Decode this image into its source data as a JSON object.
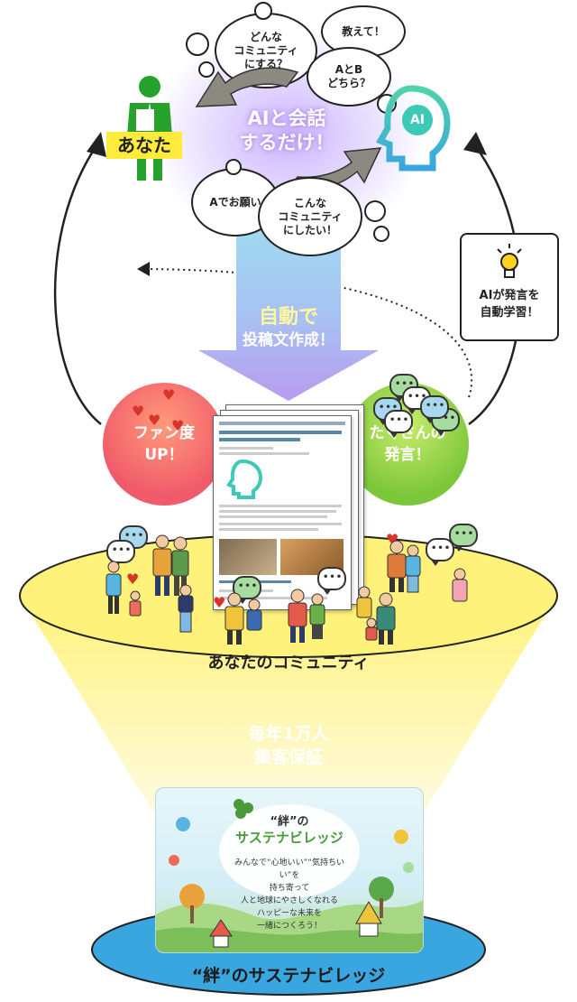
{
  "you": {
    "label": "あなた"
  },
  "ai": {
    "badge": "AI",
    "talk_line1": "AIと会話",
    "talk_line2": "するだけ！"
  },
  "question_bubbles": [
    {
      "text": "どんな\nコミュニティ\nにする？"
    },
    {
      "text": "教えて！"
    },
    {
      "text": "AとB\nどちら？"
    }
  ],
  "request_bubbles": [
    {
      "text": "Aでお願い"
    },
    {
      "text": "こんな\nコミュニティ\nにしたい！"
    }
  ],
  "learn": {
    "text": "AIが発言を\n自動学習！"
  },
  "auto_post": {
    "line1": "自動で",
    "line2": "投稿文作成！"
  },
  "fan_up": {
    "text": "ファン度\nUP！"
  },
  "many_posts": {
    "text": "たくさんの\n発言！"
  },
  "community": {
    "label": "あなたのコミュニティ"
  },
  "guarantee": {
    "line1": "毎年1万人",
    "line2": "集客保証"
  },
  "kizuna": {
    "title_line1": "“絆”の",
    "title_line2": "サステナビレッジ",
    "copy": "みんなで“心地いい”“気持ちいい”を\n持ち寄って\n人と地球にやさしくなれる\nハッピーな未来を\n一緒につくろう！"
  },
  "base": {
    "label": "“絆”のサステナビレッジ"
  },
  "colors": {
    "arrow_up": "#3aa6e0",
    "arrow_down_top": "#9edcf0",
    "arrow_down_bottom": "#b79cf0",
    "fan_circle": "#f05a6a",
    "many_circle": "#8ccf3a",
    "funnel": "#fff27a",
    "base": "#3aa6e0",
    "ai_head": "#3cc9b5",
    "person": "#27a22e"
  }
}
